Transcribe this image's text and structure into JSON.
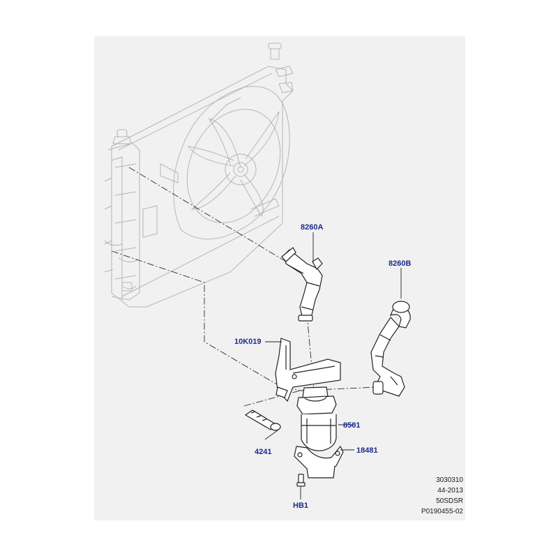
{
  "callouts": {
    "c_8260A": "8260A",
    "c_8260B": "8260B",
    "c_10K019": "10K019",
    "c_8501": "8501",
    "c_4241": "4241",
    "c_18481": "18481",
    "c_HB1": "HB1"
  },
  "reference": {
    "line1": "3030310",
    "line2": "44-2013",
    "line3": "50SDSR",
    "line4": "P0190455-02"
  },
  "colors": {
    "background": "#f1f1f1",
    "callout_text": "#1b2a8a",
    "primary_line": "#222222",
    "ghost_line": "#b5b5b5"
  }
}
